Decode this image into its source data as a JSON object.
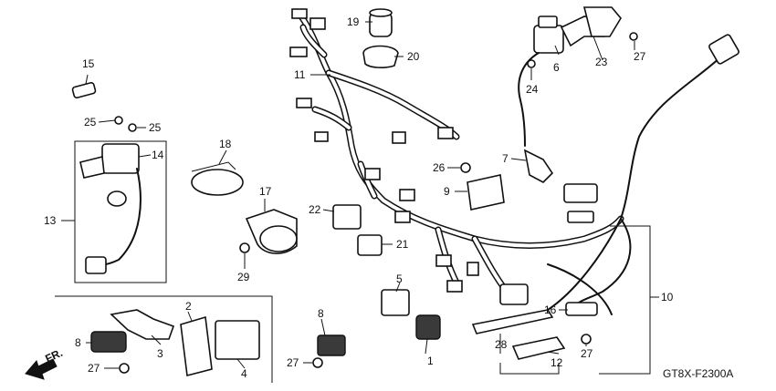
{
  "diagram_code": "GT8X-F2300A",
  "fr_label": "FR.",
  "callouts": [
    "1",
    "2",
    "3",
    "4",
    "5",
    "6",
    "7",
    "8",
    "8",
    "9",
    "10",
    "11",
    "12",
    "13",
    "14",
    "15",
    "16",
    "17",
    "18",
    "19",
    "20",
    "21",
    "22",
    "23",
    "24",
    "25",
    "25",
    "26",
    "27",
    "27",
    "27",
    "27",
    "28",
    "29"
  ]
}
